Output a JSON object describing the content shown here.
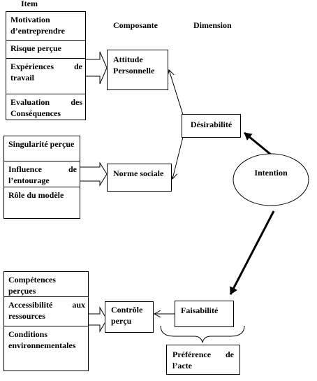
{
  "headers": {
    "item": "Item",
    "composante": "Composante",
    "dimension": "Dimension"
  },
  "groups": {
    "group1": [
      "Motivation d’entreprendre",
      "Risque perçue",
      "Expériences de travail",
      "Evaluation des Conséquences"
    ],
    "group2": [
      "Singularité perçue",
      "Influence de l’entourage",
      "Rôle du modèle"
    ],
    "group3": [
      "Compétences perçues",
      "Accessibilité aux ressources",
      "Conditions environnementales"
    ]
  },
  "nodes": {
    "attitude": "Attitude Personnelle",
    "norme": "Norme sociale",
    "controle": "Contrôle perçu",
    "desirabilite": "Désirabilité",
    "faisabilite": "Faisabilité",
    "intention": "Intention",
    "preference": "Préférence de l’acte"
  }
}
